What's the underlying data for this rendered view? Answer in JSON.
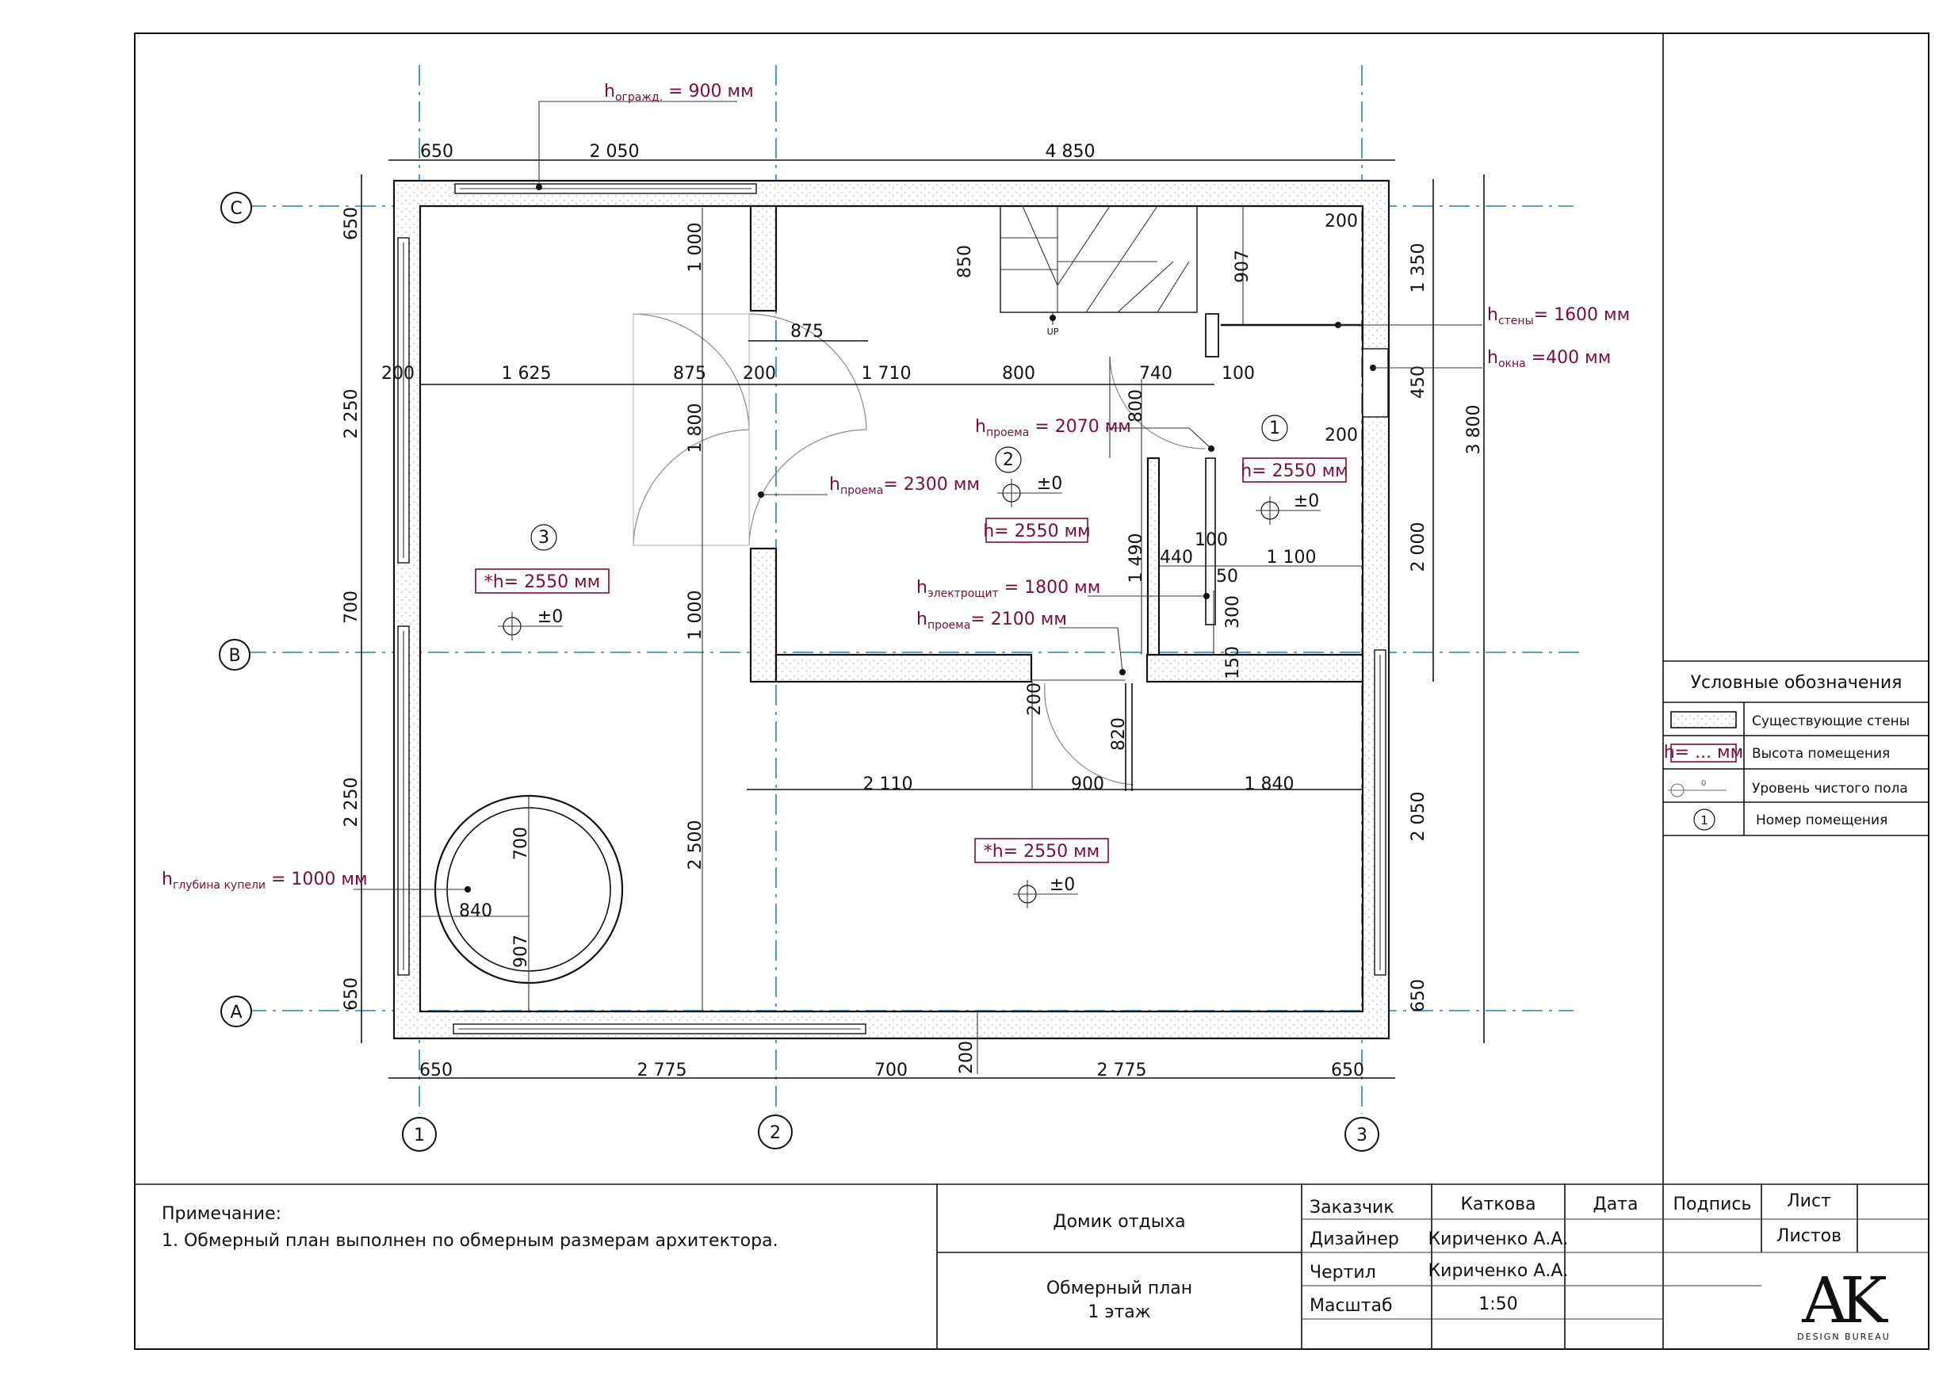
{
  "plan": {
    "axes": {
      "rows": [
        "C",
        "B",
        "A"
      ],
      "cols": [
        "1",
        "2",
        "3"
      ]
    },
    "dims_top": [
      "650",
      "2 050",
      "4 850"
    ],
    "dims_bottom": [
      "650",
      "2 775",
      "700",
      "2 775",
      "650"
    ],
    "dims_left": [
      "650",
      "2 250",
      "700",
      "2 250",
      "650"
    ],
    "dims_right_outer": [
      "1 350",
      "3 800",
      "2 050",
      "650"
    ],
    "dims_right_inner": [
      "450",
      "2 000"
    ],
    "dims_internal": {
      "d200a": "200",
      "d1625": "1 625",
      "d875a": "875",
      "d200b": "200",
      "d1710": "1 710",
      "d800a": "800",
      "d740": "740",
      "d100a": "100",
      "d875b": "875",
      "d1000a": "1 000",
      "d1800": "1 800",
      "d1000b": "1 000",
      "d2500": "2 500",
      "d850": "850",
      "d907a": "907",
      "d200c": "200",
      "d200d": "200",
      "d800b": "800",
      "d1490": "1 490",
      "d440": "440",
      "d100b": "100",
      "d1100": "1 100",
      "d50": "50",
      "d300": "300",
      "d150": "150",
      "d200e": "200",
      "d820": "820",
      "d2110": "2 110",
      "d900": "900",
      "d1840": "1 840",
      "d700": "700",
      "d840": "840",
      "d907b": "907",
      "d200f": "200"
    },
    "rooms": {
      "r1": "1",
      "r2": "2",
      "r3": "3"
    },
    "heights": {
      "room3": "*h= 2550 мм",
      "room2": "h= 2550 мм",
      "room1": "h= 2550 мм",
      "room_bottom": "*h= 2550 мм"
    },
    "levels": {
      "l1": "±0",
      "l2": "±0",
      "l3": "±0",
      "l4": "±0"
    },
    "stair_label": "UP",
    "annotations": {
      "ograzhd": {
        "main": "h",
        "sub": "огражд.",
        "rest": " = 900 мм"
      },
      "steny": {
        "main": "h",
        "sub": "стены",
        "rest": "= 1600 мм"
      },
      "okna": {
        "main": "h",
        "sub": "окна",
        "rest": " =400 мм"
      },
      "proema1": {
        "main": "h",
        "sub": "проема",
        "rest": " = 2070 мм"
      },
      "proema2": {
        "main": "h",
        "sub": "проема",
        "rest": "= 2300 мм"
      },
      "elektro": {
        "main": "h",
        "sub": "электрощит",
        "rest": " = 1800 мм"
      },
      "proema3": {
        "main": "h",
        "sub": "проема",
        "rest": "= 2100 мм"
      },
      "kupel": {
        "main": "h",
        "sub": "глубина купели",
        "rest": " = 1000 мм"
      }
    }
  },
  "legend": {
    "title": "Условные обозначения",
    "items": [
      "Существующие стены",
      "Высота помещения",
      "Уровень чистого пола",
      "Номер помещения"
    ],
    "hbox_sample": "h= ... мм",
    "level_sample": "0",
    "room_sample": "1"
  },
  "titleblock": {
    "note_title": "Примечание:",
    "note_text": "1. Обмерный план выполнен по обмерным размерам архитектора.",
    "project": "Домик отдыха",
    "sheet_title_1": "Обмерный план",
    "sheet_title_2": "1 этаж",
    "role_customer": "Заказчик",
    "customer": "Каткова",
    "role_designer": "Дизайнер",
    "designer": "Кириченко А.А.",
    "role_drawn": "Чертил",
    "drawn": "Кириченко А.А.",
    "role_scale": "Масштаб",
    "scale": "1:50",
    "col_date": "Дата",
    "col_sign": "Подпись",
    "col_sheet": "Лист",
    "col_sheets": "Листов",
    "logo_letters": "AK",
    "logo_sub": "DESIGN BUREAU"
  }
}
